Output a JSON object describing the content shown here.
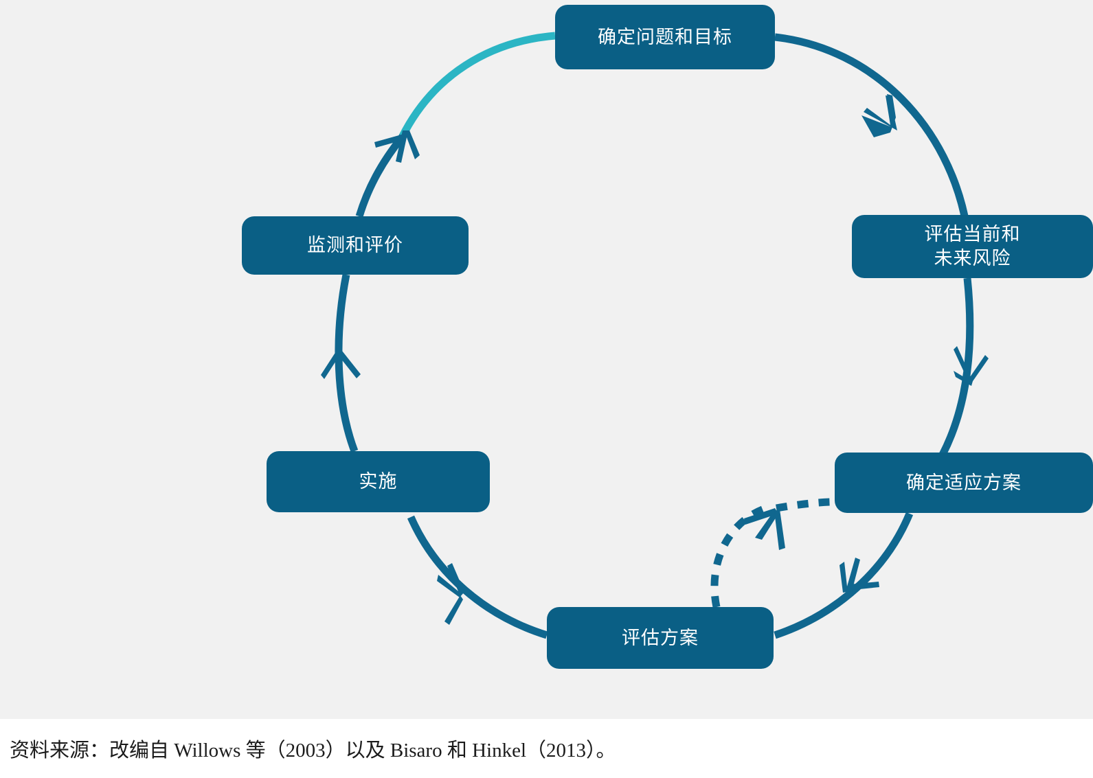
{
  "diagram": {
    "title_present": false,
    "type": "adaptation-policy-cycle",
    "background_color": "#f1f1f1",
    "node_color": "#0a5f85",
    "arrow_color": "#10678f",
    "highlight_arc_color": "#28b5c4",
    "text_color": "#ffffff",
    "nodes": [
      {
        "id": "define",
        "label": "确定问题和目标"
      },
      {
        "id": "assess",
        "label": "评估当前和\n未来风险",
        "line1": "评估当前和",
        "line2": "未来风险"
      },
      {
        "id": "identify",
        "label": "确定适应方案"
      },
      {
        "id": "appraise",
        "label": "评估方案"
      },
      {
        "id": "implement",
        "label": "实施"
      },
      {
        "id": "monitor",
        "label": "监测和评价"
      }
    ],
    "connections": [
      {
        "from": "define",
        "to": "assess",
        "style": "solid",
        "direction": "clockwise"
      },
      {
        "from": "assess",
        "to": "identify",
        "style": "solid",
        "direction": "clockwise"
      },
      {
        "from": "identify",
        "to": "appraise",
        "style": "solid",
        "direction": "clockwise"
      },
      {
        "from": "appraise",
        "to": "implement",
        "style": "solid",
        "direction": "clockwise"
      },
      {
        "from": "implement",
        "to": "monitor",
        "style": "solid",
        "direction": "clockwise"
      },
      {
        "from": "monitor",
        "to": "define",
        "style": "solid",
        "direction": "clockwise",
        "highlighted": true
      },
      {
        "from": "appraise",
        "to": "identify",
        "style": "dashed",
        "direction": "feedback"
      }
    ]
  },
  "caption": {
    "text": "资料来源：改编自 Willows 等（2003）以及 Bisaro 和 Hinkel（2013）。"
  }
}
